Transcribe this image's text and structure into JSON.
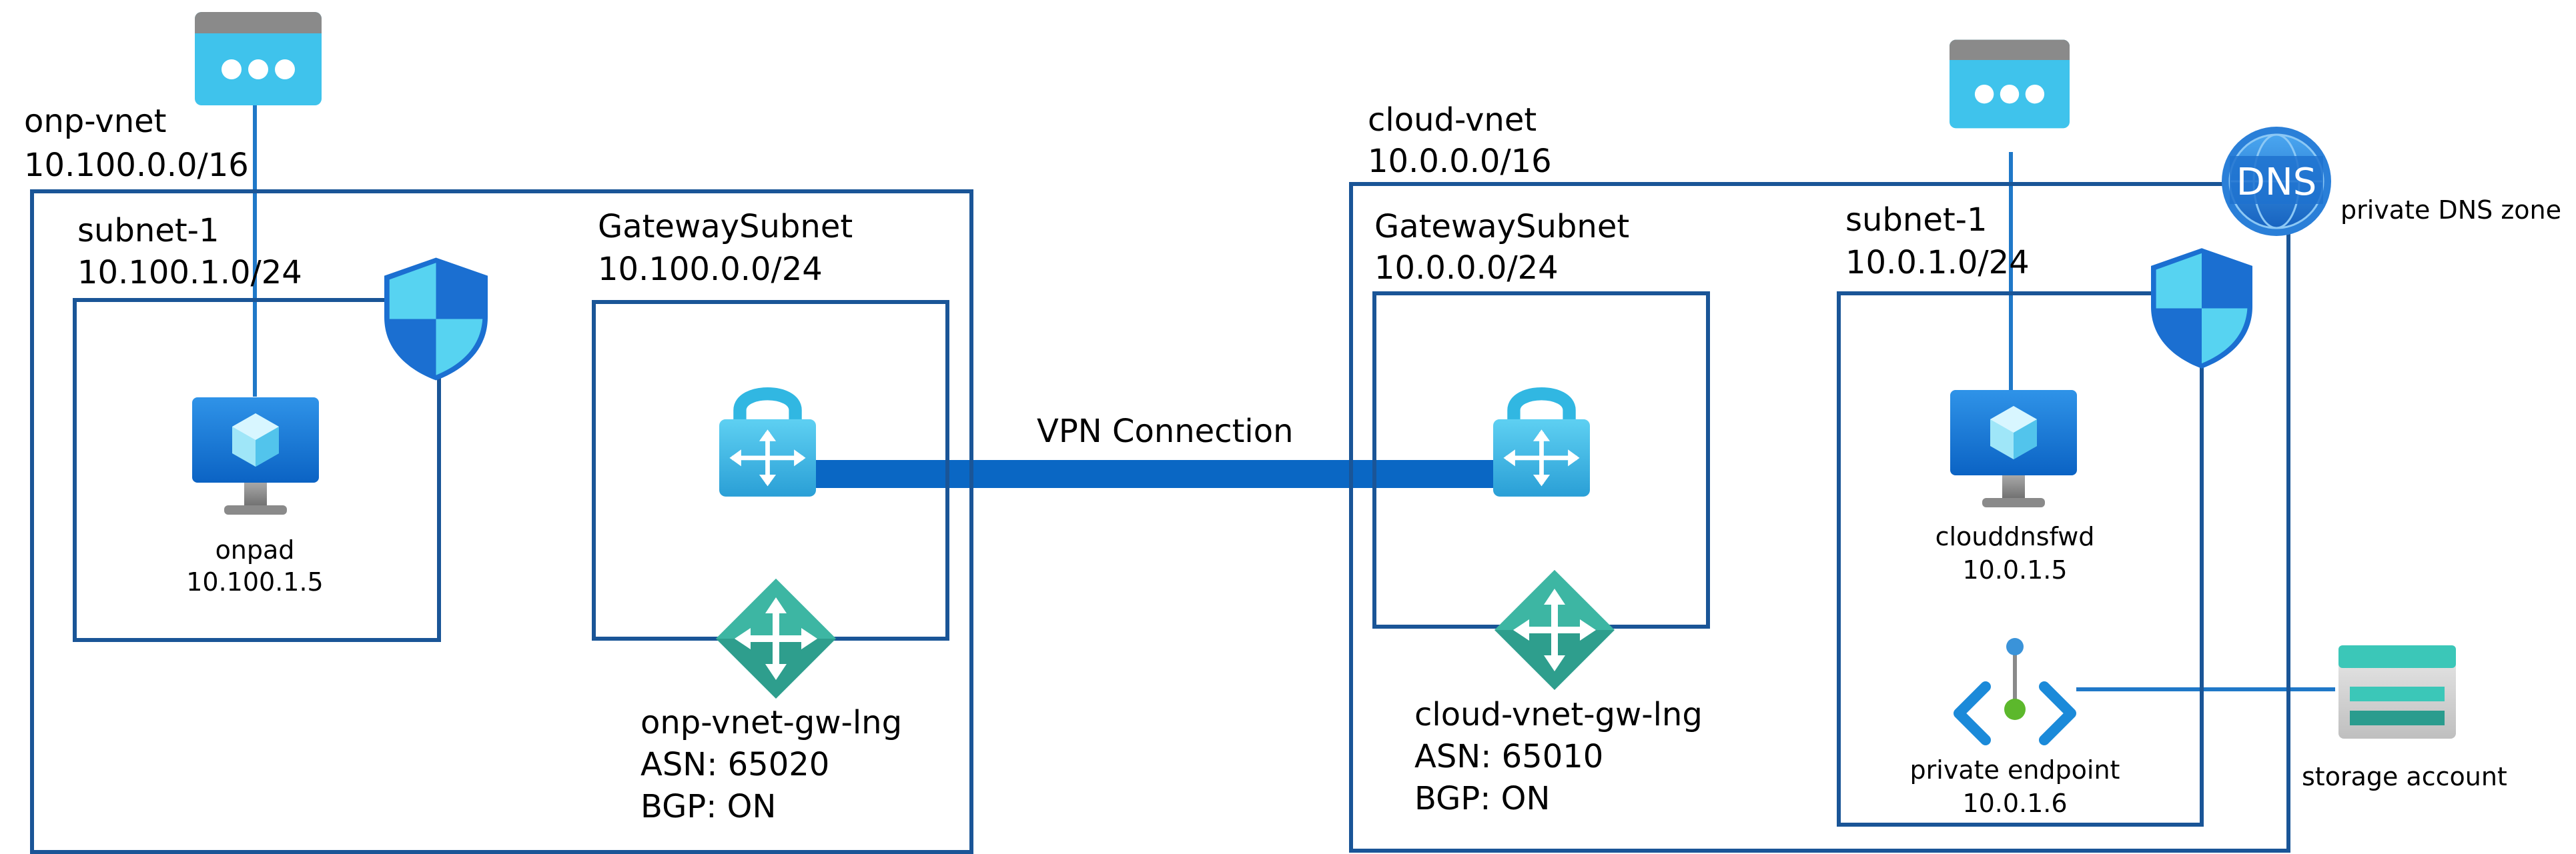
{
  "colors": {
    "box": "#1a5597",
    "link": "#1f78c8",
    "vpn": "#0a67c4",
    "vm": "#0a78d7",
    "shield_light": "#57d3f1",
    "shield_dark": "#1b6fd1",
    "lock_body": "#31b7e2",
    "gw_green": "#2e9e8d",
    "storage_top": "#3bc7b8",
    "storage_mid": "#2a9c8e",
    "dns": "#2a7fd8"
  },
  "onprem": {
    "vnet_name": "onp-vnet",
    "vnet_cidr": "10.100.0.0/16",
    "subnet_name": "subnet-1",
    "subnet_cidr": "10.100.1.0/24",
    "gw_subnet_name": "GatewaySubnet",
    "gw_subnet_cidr": "10.100.0.0/24",
    "vm_name": "onpad",
    "vm_ip": "10.100.1.5",
    "lng_name": "onp-vnet-gw-lng",
    "lng_asn": "ASN: 65020",
    "lng_bgp": "BGP: ON"
  },
  "cloud": {
    "vnet_name": "cloud-vnet",
    "vnet_cidr": "10.0.0.0/16",
    "gw_subnet_name": "GatewaySubnet",
    "gw_subnet_cidr": "10.0.0.0/24",
    "subnet_name": "subnet-1",
    "subnet_cidr": "10.0.1.0/24",
    "vm_name": "clouddnsfwd",
    "vm_ip": "10.0.1.5",
    "pe_name": "private endpoint",
    "pe_ip": "10.0.1.6",
    "lng_name": "cloud-vnet-gw-lng",
    "lng_asn": "ASN: 65010",
    "lng_bgp": "BGP: ON"
  },
  "connection": {
    "label": "VPN Connection"
  },
  "dns": {
    "badge": "DNS",
    "label": "private DNS zone"
  },
  "storage": {
    "label": "storage account"
  }
}
